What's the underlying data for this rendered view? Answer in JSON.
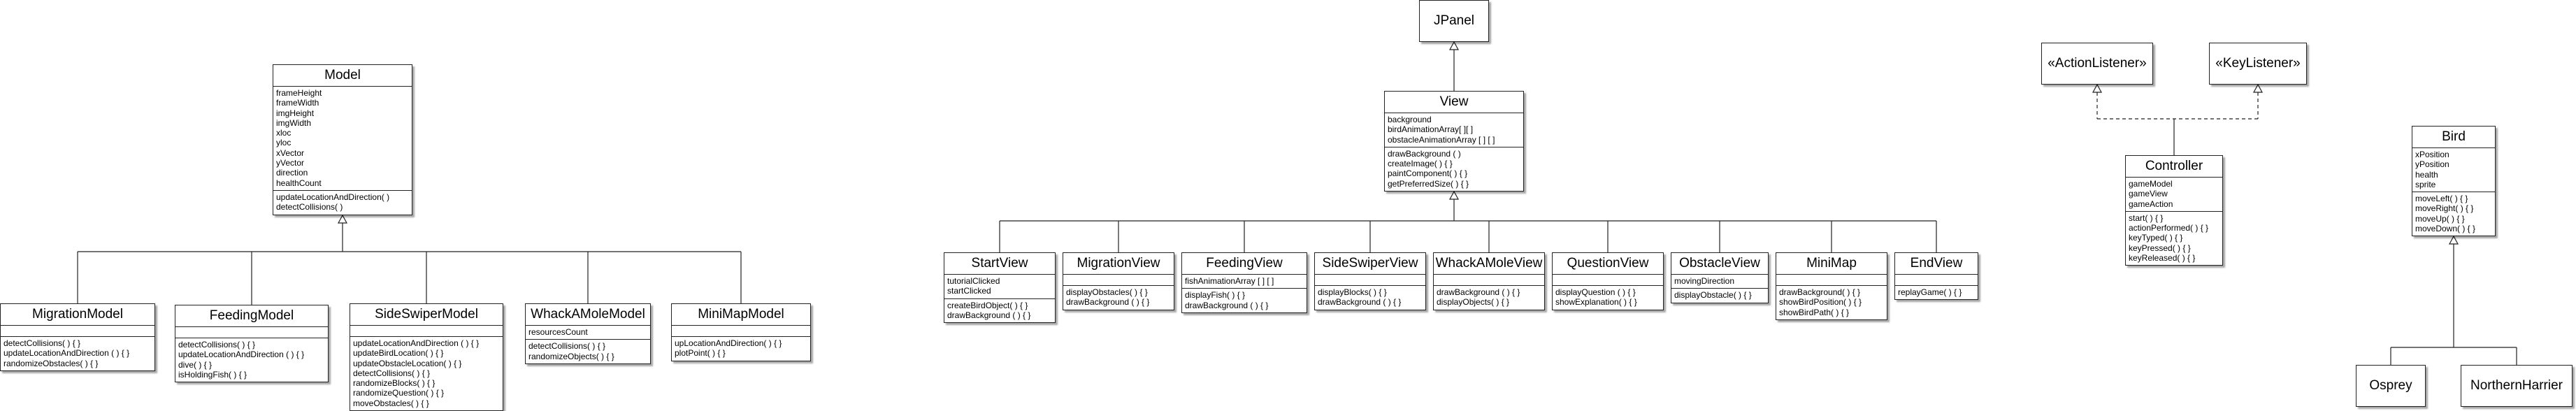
{
  "classes": {
    "model": {
      "name": "Model",
      "attributes": [
        "frameHeight",
        "frameWidth",
        "imgHeight",
        "imgWidth",
        "xloc",
        "yloc",
        "xVector",
        "yVector",
        "direction",
        "healthCount"
      ],
      "methods": [
        "updateLocationAndDirection( )",
        "detectCollisions( )"
      ]
    },
    "migration_model": {
      "name": "MigrationModel",
      "attributes": [],
      "methods": [
        "detectCollisions( ) { }",
        "updateLocationAndDirection ( ) { }",
        "randomizeObstacles( ) { }"
      ]
    },
    "feeding_model": {
      "name": "FeedingModel",
      "attributes": [],
      "methods": [
        "detectCollisions( ) { }",
        "updateLocationAndDirection ( ) { }",
        "dive( ) { }",
        "isHoldingFish( ) { }"
      ]
    },
    "sideswiper_model": {
      "name": "SideSwiperModel",
      "attributes": [],
      "methods": [
        "updateLocationAndDirection ( ) { }",
        "updateBirdLocation( ) { }",
        "updateObstacleLocation( ) { }",
        "detectCollisions( ) { }",
        "randomizeBlocks( ) { }",
        "randomizeQuestion( ) { }",
        "moveObstacles( ) { }"
      ]
    },
    "whackamole_model": {
      "name": "WhackAMoleModel",
      "attributes": [
        "resourcesCount"
      ],
      "methods": [
        "detectCollisions( ) { }",
        "randomizeObjects( ) { }"
      ]
    },
    "minimap_model": {
      "name": "MiniMapModel",
      "attributes": [],
      "methods": [
        "upLocationAndDirection( ) { }",
        "plotPoint( ) { }"
      ]
    },
    "jpanel": {
      "name": "JPanel"
    },
    "view": {
      "name": "View",
      "attributes": [
        "background",
        "birdAnimationArray[ ][ ]",
        "obstacleAnimationArray [ ] [ ]"
      ],
      "methods": [
        "drawBackground ( )",
        "createImage( ) { }",
        "paintComponent( ) { }",
        "getPreferredSize( ) { }"
      ]
    },
    "start_view": {
      "name": "StartView",
      "attributes": [
        "tutorialClicked",
        "startClicked"
      ],
      "methods": [
        "createBirdObject( ) { }",
        "drawBackground ( ) { }"
      ]
    },
    "migration_view": {
      "name": "MigrationView",
      "attributes": [],
      "methods": [
        "displayObstacles( ) { }",
        "drawBackground ( ) { }"
      ]
    },
    "feeding_view": {
      "name": "FeedingView",
      "attributes": [
        "fishAnimationArray [ ] [ ]"
      ],
      "methods": [
        "displayFish( ) { }",
        "drawBackground ( ) { }"
      ]
    },
    "sideswiper_view": {
      "name": "SideSwiperView",
      "attributes": [],
      "methods": [
        "displayBlocks( ) { }",
        "drawBackground ( ) { }"
      ]
    },
    "whackamole_view": {
      "name": "WhackAMoleView",
      "attributes": [],
      "methods": [
        "drawBackground ( ) { }",
        "displayObjects( ) { }"
      ]
    },
    "question_view": {
      "name": "QuestionView",
      "attributes": [],
      "methods": [
        "displayQuestion ( ) { }",
        "showExplanation( ) { }"
      ]
    },
    "obstacle_view": {
      "name": "ObstacleView",
      "attributes": [
        "movingDirection"
      ],
      "methods": [
        "displayObstacle( ) { }"
      ]
    },
    "minimap_view": {
      "name": "MiniMap",
      "attributes": [],
      "methods": [
        "drawBackground( ) { }",
        "showBirdPosition( ) { }",
        "showBirdPath( ) { }"
      ]
    },
    "end_view": {
      "name": "EndView",
      "attributes": [],
      "methods": [
        "replayGame( ) { }"
      ]
    },
    "action_listener": {
      "name": "«ActionListener»"
    },
    "key_listener": {
      "name": "«KeyListener»"
    },
    "controller": {
      "name": "Controller",
      "attributes": [
        "gameModel",
        "gameView",
        "gameAction"
      ],
      "methods": [
        "start( ) { }",
        "actionPerformed( ) { }",
        "keyTyped( ) { }",
        "keyPressed( ) { }",
        "keyReleased( ) { }"
      ]
    },
    "bird": {
      "name": "Bird",
      "attributes": [
        "xPosition",
        "yPosition",
        "health",
        "sprite"
      ],
      "methods": [
        "moveLeft( ) { }",
        "moveRight( ) { }",
        "moveUp( ) { }",
        "moveDown( ) { }"
      ]
    },
    "osprey": {
      "name": "Osprey"
    },
    "northern_harrier": {
      "name": "NorthernHarrier"
    }
  }
}
